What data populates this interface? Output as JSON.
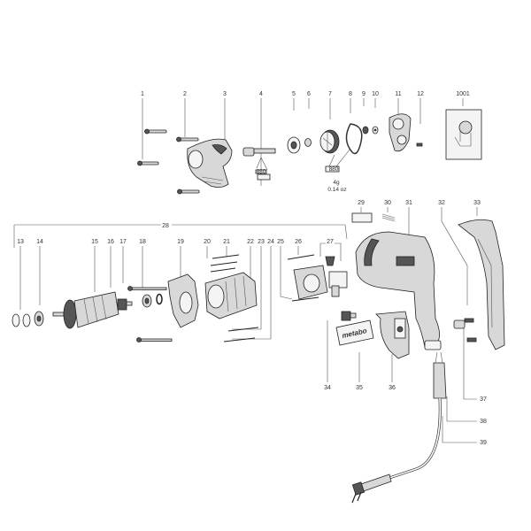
{
  "diagram": {
    "part_numbers_top": [
      "1",
      "2",
      "3",
      "4",
      "5",
      "6",
      "7",
      "8",
      "9",
      "10",
      "11",
      "12",
      "1001"
    ],
    "part_numbers_housing": [
      "29",
      "30",
      "31",
      "32",
      "33"
    ],
    "assembly_label": "28",
    "part_numbers_motor": [
      "13",
      "14",
      "15",
      "16",
      "17",
      "18",
      "19",
      "20",
      "21",
      "22",
      "23",
      "24",
      "25",
      "26",
      "27"
    ],
    "part_numbers_bottom": [
      "34",
      "35",
      "36",
      "37",
      "38",
      "39"
    ],
    "grease_tube_label": "880",
    "grease_amount": "4g",
    "grease_amount_oz": "0.14 oz",
    "brand_plate": "metabo"
  }
}
